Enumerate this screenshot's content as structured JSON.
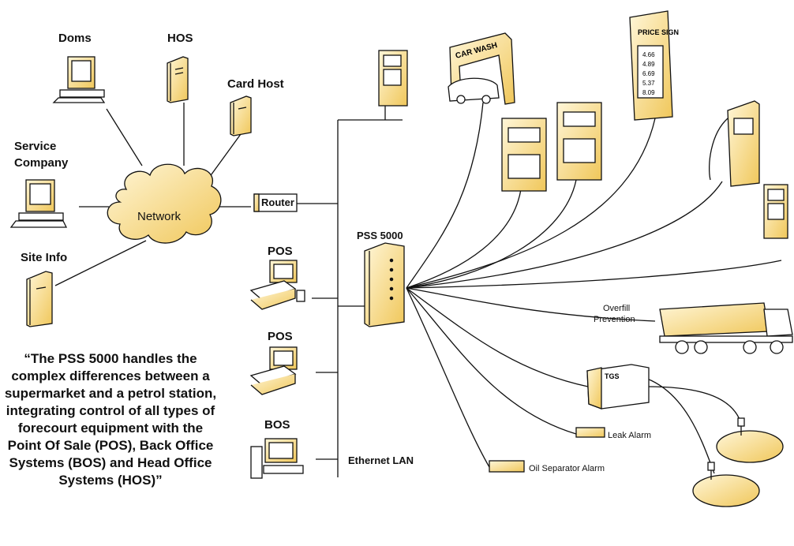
{
  "labels": {
    "doms": "Doms",
    "hos": "HOS",
    "card_host": "Card Host",
    "service_company_line1": "Service",
    "service_company_line2": "Company",
    "network": "Network",
    "site_info": "Site Info",
    "router": "Router",
    "pos1": "POS",
    "pos2": "POS",
    "bos": "BOS",
    "pss": "PSS 5000",
    "ethernet": "Ethernet LAN",
    "car_wash": "CAR WASH",
    "price_sign": "PRICE SIGN",
    "overfill_line1": "Overfill",
    "overfill_line2": "Prevention",
    "tgs": "TGS",
    "leak_alarm": "Leak Alarm",
    "oil_separator_alarm": "Oil Separator Alarm"
  },
  "prices": [
    "4.66",
    "4.89",
    "6.69",
    "5.37",
    "8.09"
  ],
  "quote": "“The PSS 5000 handles the complex differences between a supermarket and a petrol station, integrating control of all types of forecourt equipment with the Point Of Sale (POS), Back Office Systems (BOS) and Head Office Systems (HOS)”",
  "colors": {
    "accent": "#f0c75a",
    "ink": "#111111"
  }
}
